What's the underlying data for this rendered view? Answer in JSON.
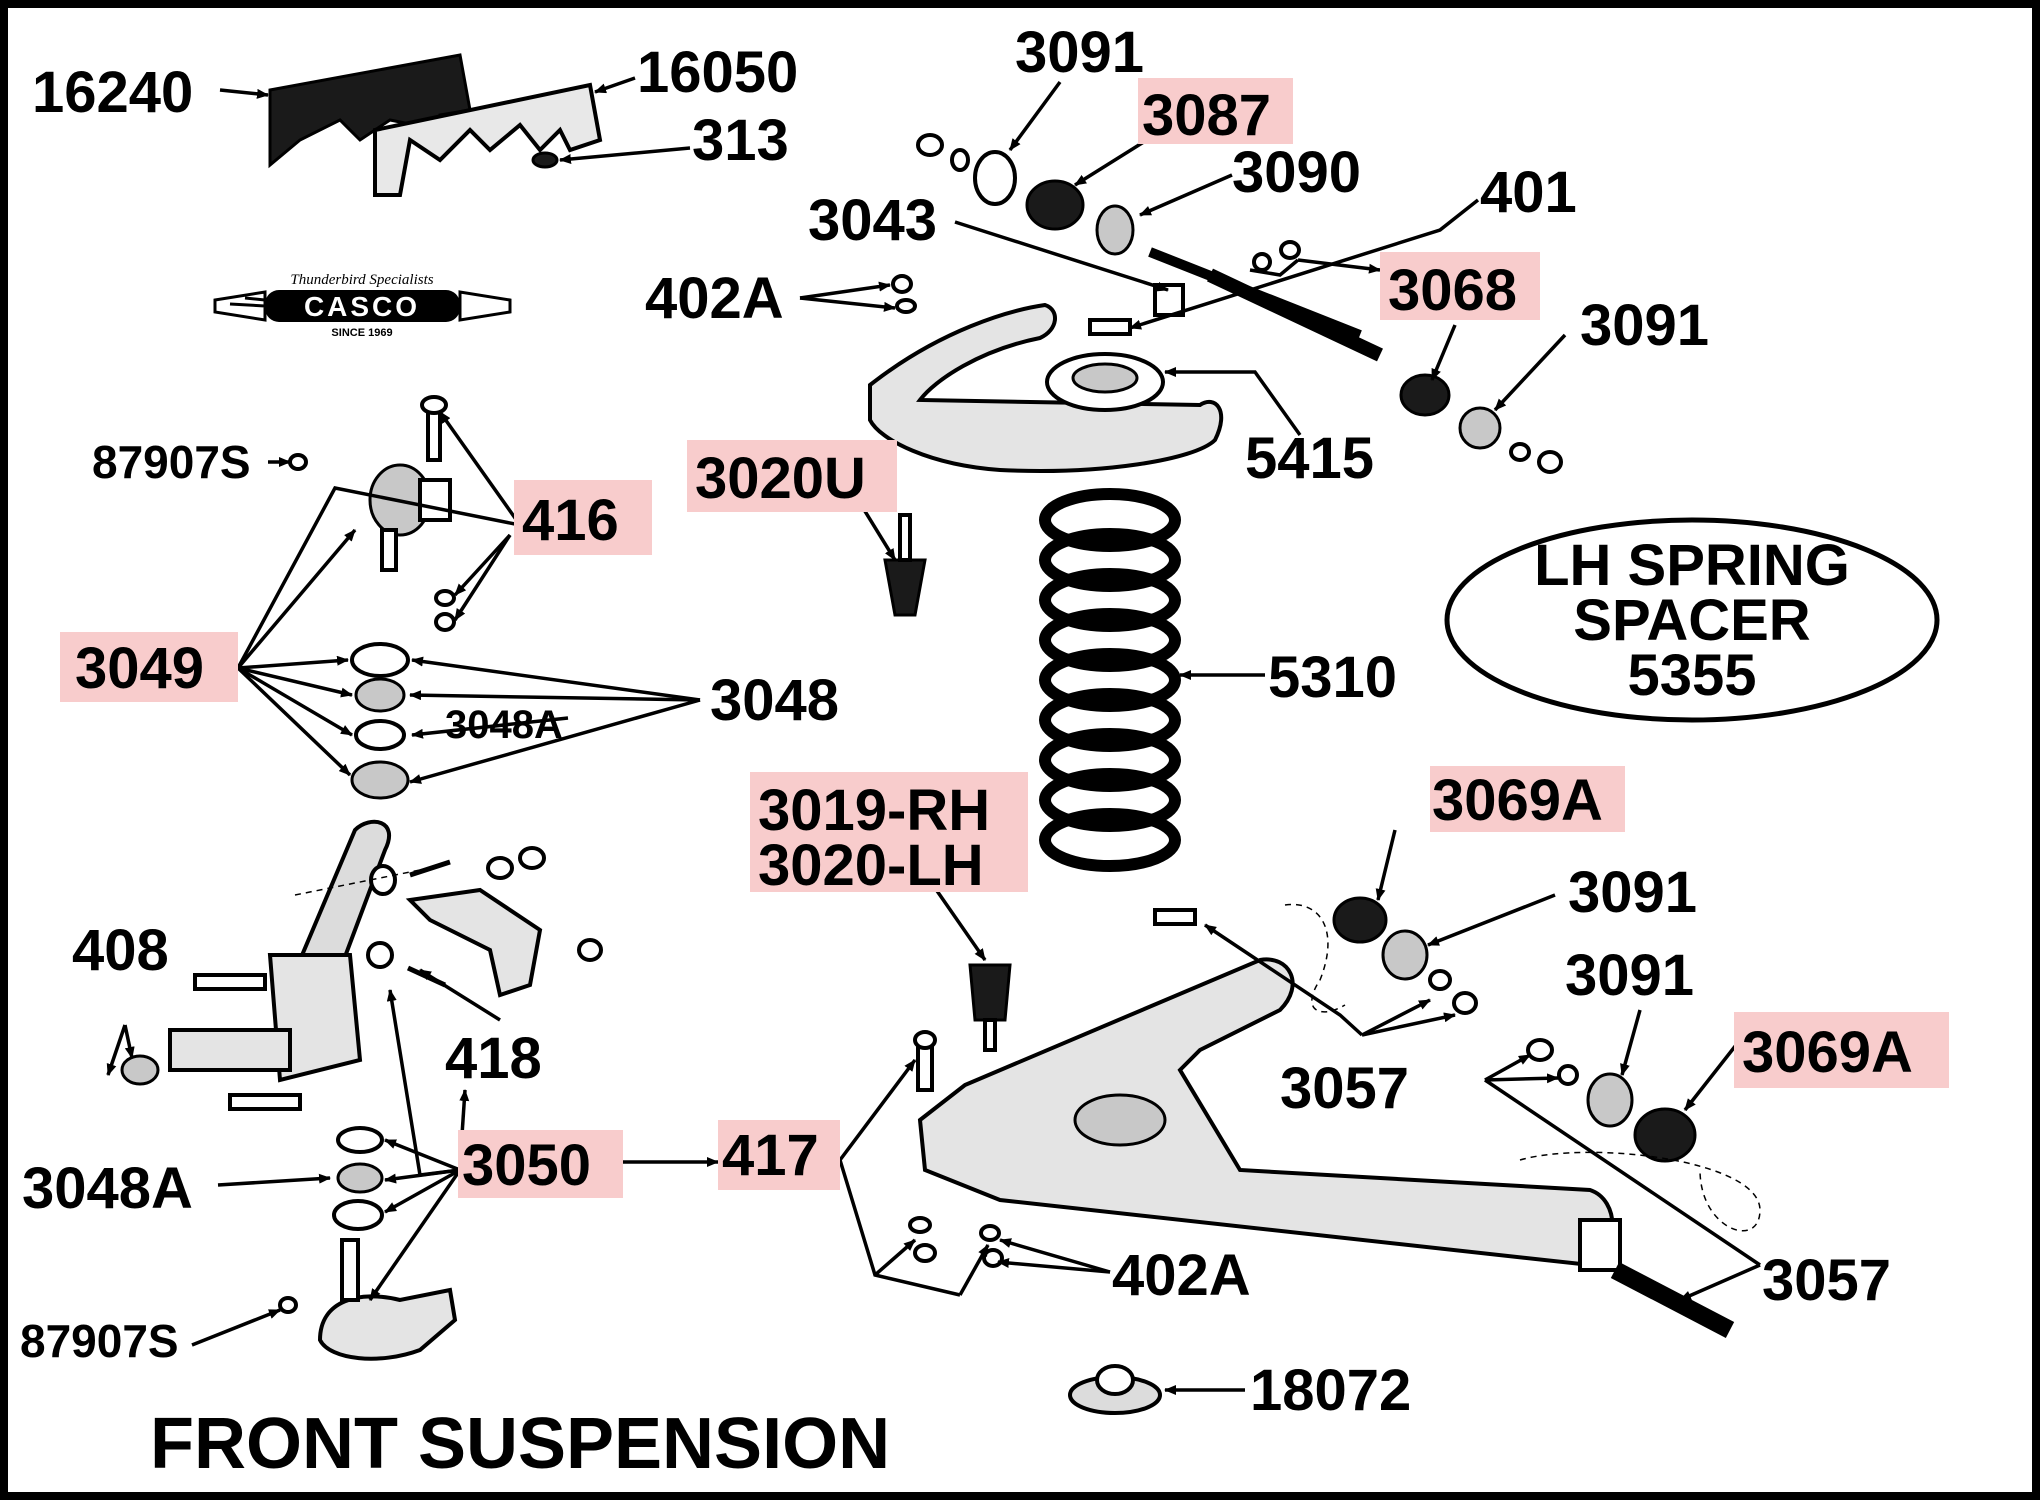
{
  "title": "FRONT SUSPENSION",
  "logo": {
    "script": "Thunderbird Specialists",
    "word": "CASCO",
    "since": "SINCE 1969"
  },
  "note": {
    "line1": "LH SPRING",
    "line2": "SPACER",
    "line3": "5355"
  },
  "highlight_color": "#f8cccc",
  "parts": {
    "p16240": "16240",
    "p16050": "16050",
    "p313": "313",
    "p3091_a": "3091",
    "p3087": "3087",
    "p3090": "3090",
    "p3043": "3043",
    "p401": "401",
    "p402A_a": "402A",
    "p3068": "3068",
    "p3091_b": "3091",
    "p5415": "5415",
    "p87907S_a": "87907S",
    "p416": "416",
    "p3020U": "3020U",
    "p3049": "3049",
    "p3048": "3048",
    "p3048A_a": "3048A",
    "p5310": "5310",
    "p3019RH": "3019-RH",
    "p3020LH": "3020-LH",
    "p3069A_a": "3069A",
    "p3091_c": "3091",
    "p408": "408",
    "p418": "418",
    "p3057_a": "3057",
    "p3091_d": "3091",
    "p3069A_b": "3069A",
    "p3048A_b": "3048A",
    "p3050": "3050",
    "p417": "417",
    "p402A_b": "402A",
    "p3057_b": "3057",
    "p87907S_b": "87907S",
    "p18072": "18072"
  }
}
